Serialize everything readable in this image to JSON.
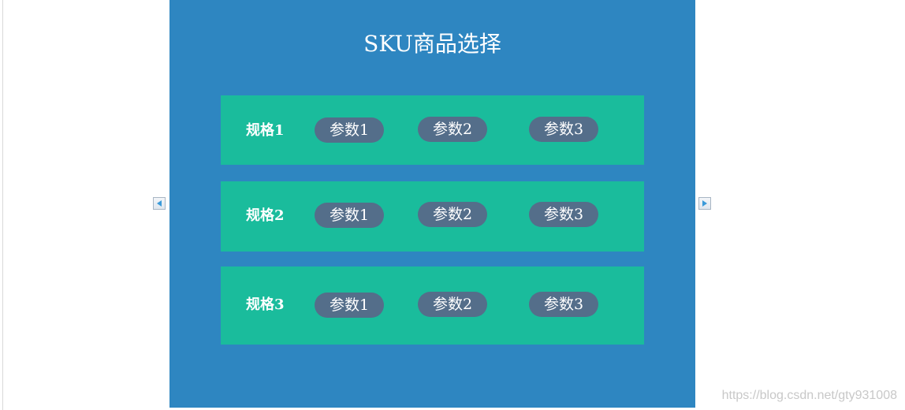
{
  "title": "SKU商品选择",
  "specs": [
    {
      "label": "规格1",
      "params": [
        "参数1",
        "参数2",
        "参数3"
      ]
    },
    {
      "label": "规格2",
      "params": [
        "参数1",
        "参数2",
        "参数3"
      ]
    },
    {
      "label": "规格3",
      "params": [
        "参数1",
        "参数2",
        "参数3"
      ]
    }
  ],
  "navigation": {
    "prev_icon": "arrow-left-icon",
    "next_icon": "arrow-right-icon"
  },
  "watermark": "https://blog.csdn.net/gty931008",
  "colors": {
    "panel": "#2e86c1",
    "spec_row": "#1abc9c",
    "param_button": "#546e8a",
    "text": "#ffffff"
  }
}
